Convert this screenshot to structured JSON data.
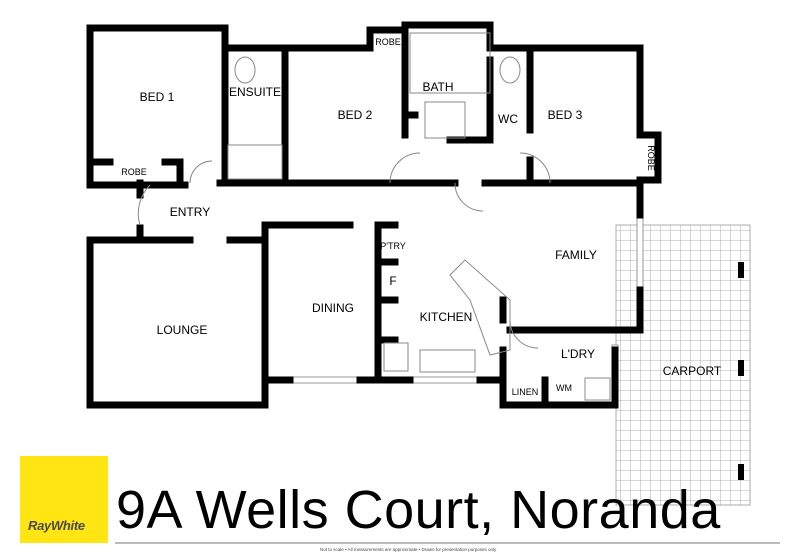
{
  "rooms": {
    "bed1": "BED 1",
    "robe1": "ROBE",
    "ensuite": "ENSUITE",
    "bed2": "BED 2",
    "robe2": "ROBE",
    "bath": "BATH",
    "wc": "WC",
    "bed3": "BED 3",
    "robe3": "ROBE",
    "entry": "ENTRY",
    "lounge": "LOUNGE",
    "dining": "DINING",
    "pantry": "P'TRY",
    "fridge": "F",
    "kitchen": "KITCHEN",
    "family": "FAMILY",
    "laundry": "L'DRY",
    "linen": "LINEN",
    "wm": "WM",
    "carport": "CARPORT"
  },
  "brand": {
    "name": "RayWhite",
    "color": "#ffe512"
  },
  "address": "9A Wells Court, Noranda",
  "disclaimer": "Not to scale • All measurements are approximate • Drawn for presentation purposes only"
}
